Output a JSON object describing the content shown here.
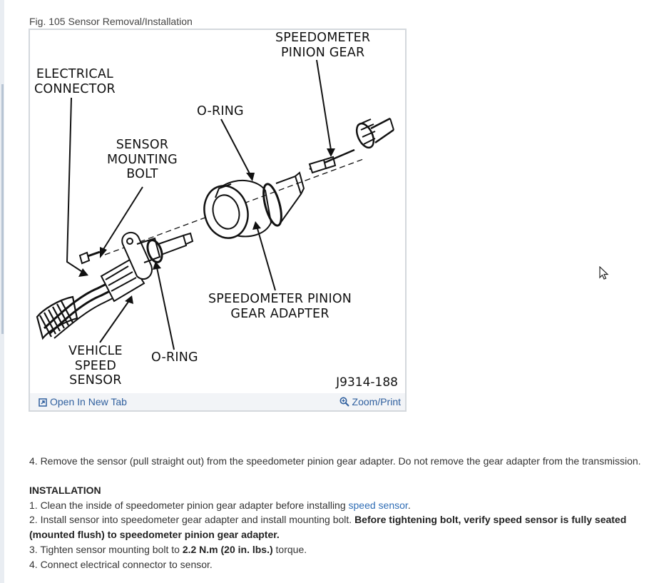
{
  "figure": {
    "caption": "Fig. 105 Sensor Removal/Installation",
    "labels": {
      "speedometer_pinion_gear": "SPEEDOMETER\nPINION GEAR",
      "electrical_connector": "ELECTRICAL\nCONNECTOR",
      "o_ring_top": "O-RING",
      "sensor_mounting_bolt": "SENSOR\nMOUNTING\nBOLT",
      "speedometer_pinion_gear_adapter": "SPEEDOMETER PINION\nGEAR ADAPTER",
      "vehicle_speed_sensor": "VEHICLE\nSPEED\nSENSOR",
      "o_ring_bottom": "O-RING"
    },
    "code": "J9314-188",
    "open_link": "Open In New Tab",
    "zoom_link": "Zoom/Print"
  },
  "removal": {
    "step4": " 4. Remove the sensor (pull straight out) from the speedometer pinion gear adapter. Do not remove the gear adapter from the transmission."
  },
  "installation": {
    "heading": "INSTALLATION",
    "step1_prefix": " 1. Clean the inside of speedometer pinion gear adapter before installing ",
    "step1_link": "speed sensor",
    "step1_suffix": ".",
    "step2_prefix": " 2. Install sensor into speedometer gear adapter and install mounting bolt. ",
    "step2_bold": "Before tightening bolt, verify speed sensor is fully seated (mounted flush) to speedometer pinion gear adapter.",
    "step3_prefix": " 3. Tighten sensor mounting bolt to ",
    "step3_bold": "2.2 N.m (20 in. lbs.)",
    "step3_suffix": " torque.",
    "step4": " 4. Connect electrical connector to sensor."
  }
}
